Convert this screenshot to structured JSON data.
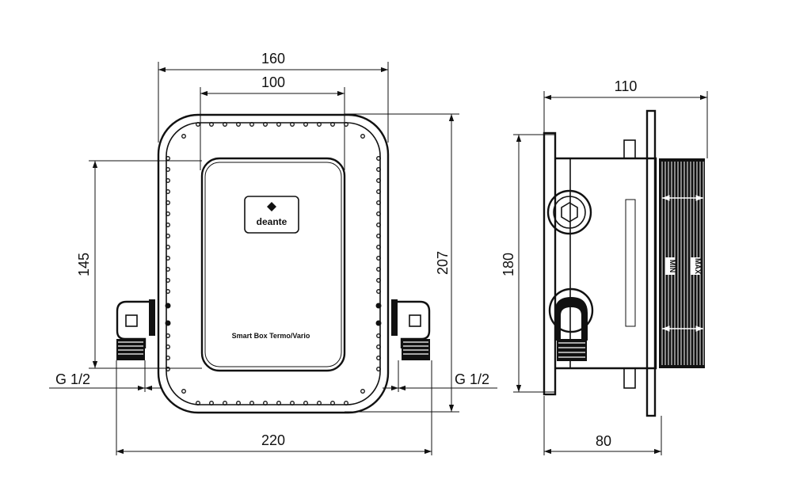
{
  "front_view": {
    "dim_width_outer": "160",
    "dim_width_inner": "100",
    "dim_height_left": "145",
    "dim_height_right": "207",
    "dim_total_width": "220",
    "thread_left": "G 1/2",
    "thread_right": "G 1/2",
    "logo_text": "deante",
    "product_label": "Smart Box Termo/Vario"
  },
  "side_view": {
    "dim_depth_total": "110",
    "dim_height": "180",
    "dim_depth_base": "80",
    "marker_min": "MIN",
    "marker_max": "MAX"
  },
  "colors": {
    "line": "#111111",
    "background": "#ffffff"
  }
}
